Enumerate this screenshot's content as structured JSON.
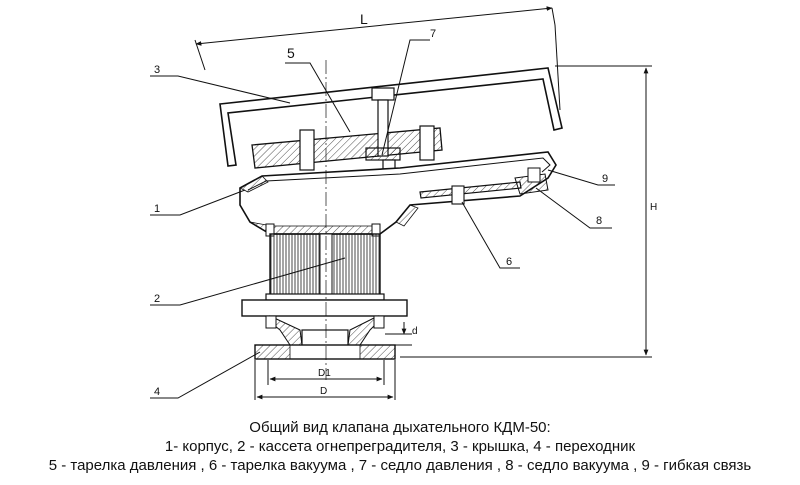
{
  "labels": {
    "c1": "1",
    "c2": "2",
    "c3": "3",
    "c4": "4",
    "c5": "5",
    "c6": "6",
    "c7": "7",
    "c8": "8",
    "c9": "9"
  },
  "dimensions": {
    "length": "L",
    "height": "H",
    "small_d": "d",
    "d1": "D1",
    "d": "D"
  },
  "caption": {
    "title": "Общий вид клапана дыхательного  КДМ-50:",
    "line1": "1-  корпус, 2 -  кассета огнепреградителя, 3 - крышка, 4 - переходник",
    "line2": "5 - тарелка давления , 6 - тарелка вакуума , 7 - седло давления , 8 - седло вакуума , 9 - гибкая связь"
  }
}
